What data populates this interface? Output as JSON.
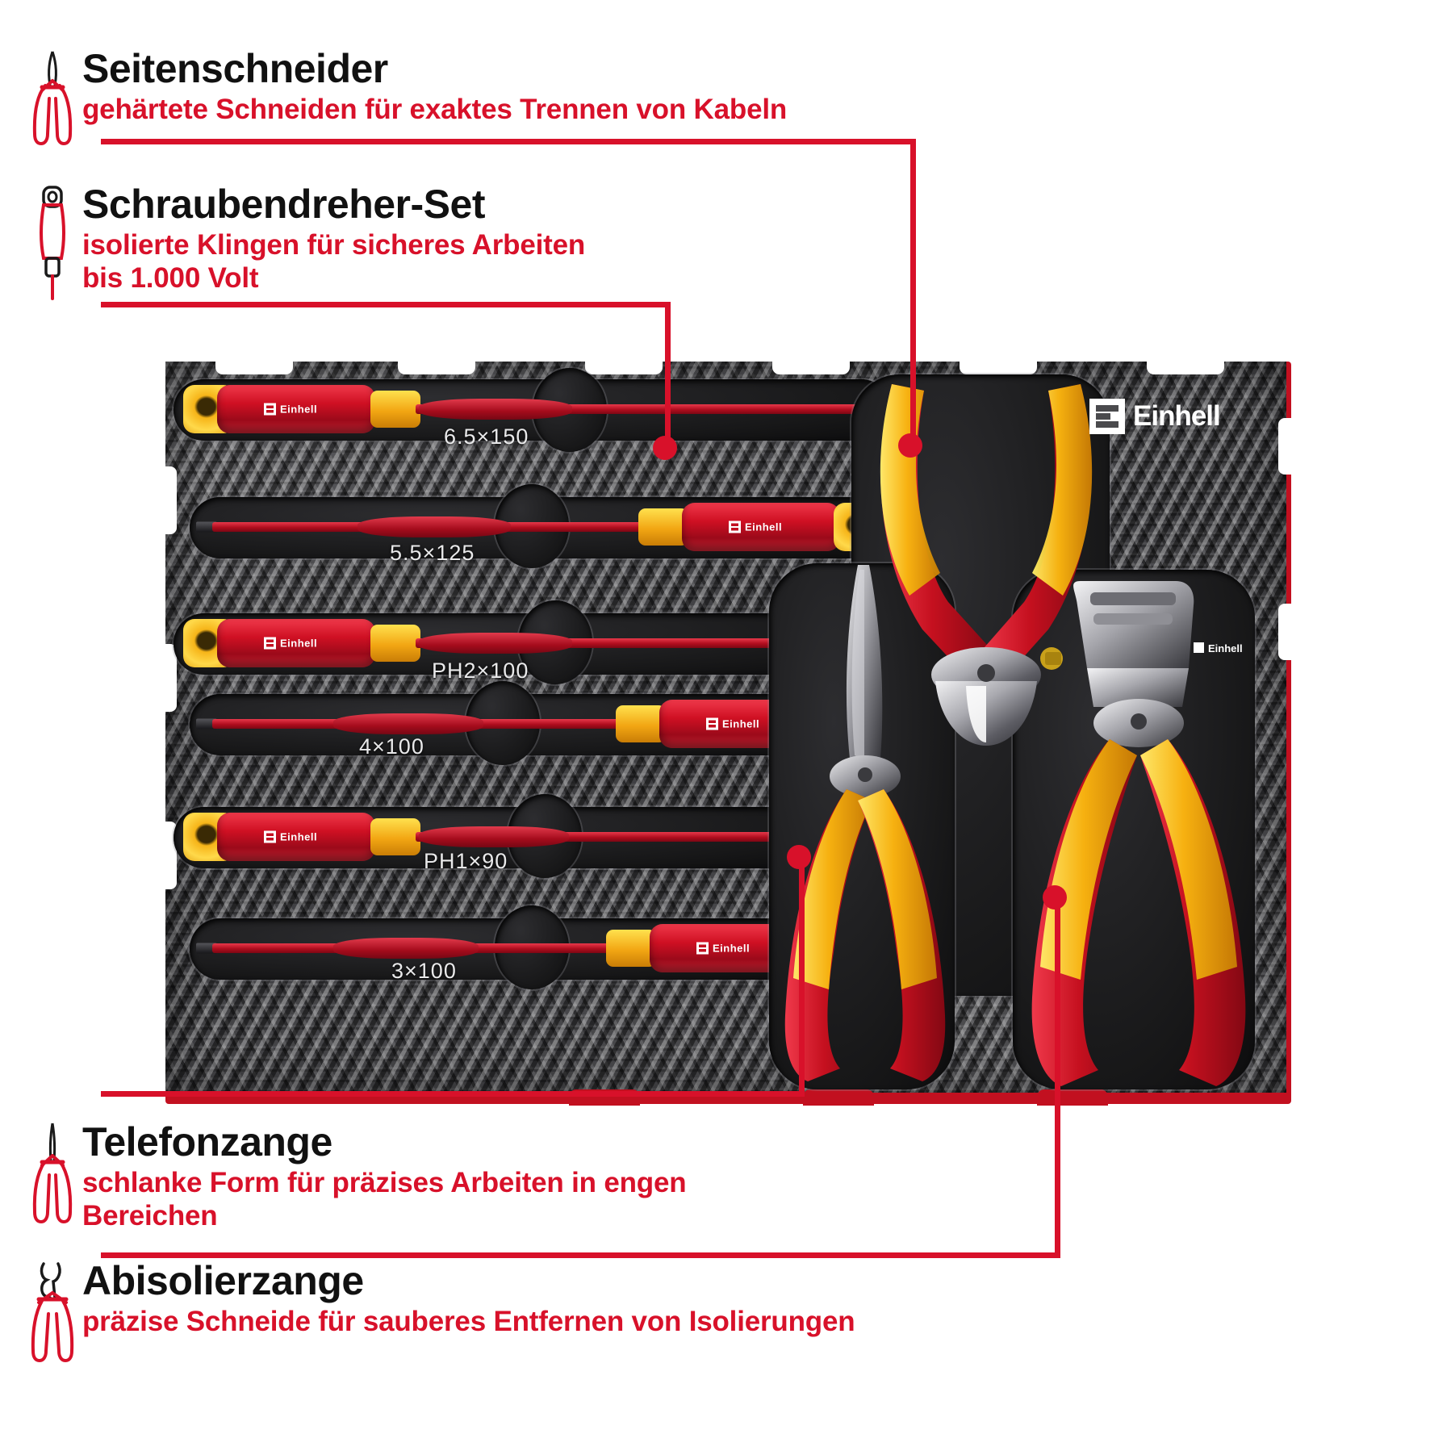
{
  "brand": {
    "name": "Einhell",
    "accent": "#d8112a",
    "dark": "#111111"
  },
  "callouts": [
    {
      "id": "seitenschneider",
      "icon": "side-cutter-icon",
      "title": "Seitenschneider",
      "subtitle": "gehärtete Schneiden für exaktes Trennen von Kabeln"
    },
    {
      "id": "schraubendreher-set",
      "icon": "screwdriver-icon",
      "title": "Schraubendreher-Set",
      "subtitle": "isolierte Klingen für sicheres Arbeiten\nbis 1.000 Volt",
      "subtitle_line1": "isolierte Klingen für sicheres Arbeiten",
      "subtitle_line2": "bis 1.000 Volt"
    },
    {
      "id": "telefonzange",
      "icon": "long-nose-pliers-icon",
      "title": "Telefonzange",
      "subtitle_line1": "schlanke Form für präzises Arbeiten in engen",
      "subtitle_line2": "Bereichen"
    },
    {
      "id": "abisolierzange",
      "icon": "wire-stripper-icon",
      "title": "Abisolierzange",
      "subtitle": "präzise Schneide für sauberes Entfernen von Isolierungen"
    }
  ],
  "tray": {
    "logo_name": "Einhell",
    "screwdrivers": [
      {
        "size": "6.5×150",
        "type": "slotted"
      },
      {
        "size": "5.5×125",
        "type": "slotted"
      },
      {
        "size": "PH2×100",
        "type": "phillips"
      },
      {
        "size": "4×100",
        "type": "slotted"
      },
      {
        "size": "PH1×90",
        "type": "phillips"
      },
      {
        "size": "3×100",
        "type": "slotted"
      }
    ],
    "tools": [
      {
        "name": "side-cutter"
      },
      {
        "name": "long-nose-pliers"
      },
      {
        "name": "wire-stripper"
      }
    ]
  }
}
